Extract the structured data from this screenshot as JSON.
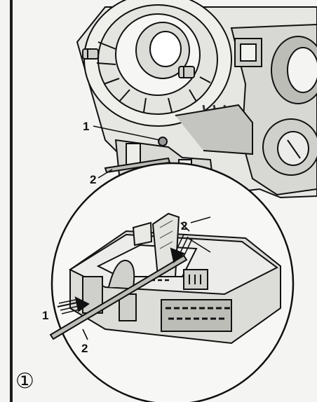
{
  "figure": {
    "step_marker": "①",
    "callouts": {
      "top_1": "1",
      "top_2": "2",
      "detail_2": "2",
      "detail_1": "1",
      "detail_2_bottom": "2"
    }
  },
  "colors": {
    "ink": "#111111",
    "paper": "#f4f4f2",
    "shade": "#9a9a9a",
    "dark_shade": "#3a3a3a"
  }
}
